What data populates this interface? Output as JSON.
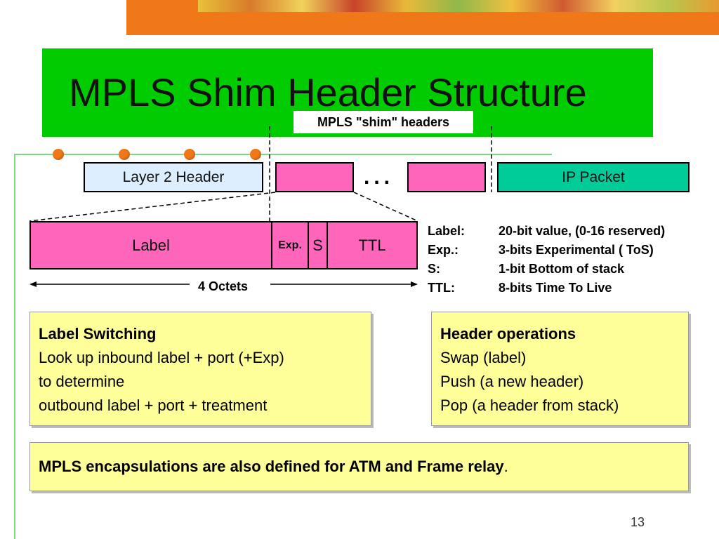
{
  "slide": {
    "title": "MPLS Shim Header Structure",
    "shim_label": "MPLS \"shim\" headers",
    "page_number": "13"
  },
  "packet": {
    "layer2": "Layer 2 Header",
    "ellipsis": "...",
    "ip": "IP Packet"
  },
  "header_fields": {
    "label": "Label",
    "exp": "Exp.",
    "s": "S",
    "ttl": "TTL",
    "size": "4 Octets"
  },
  "legend": [
    {
      "key": "Label:",
      "desc": "20-bit value, (0-16 reserved)"
    },
    {
      "key": "Exp.:",
      "desc": "3-bits Experimental ( ToS)"
    },
    {
      "key": "S:",
      "desc": "1-bit Bottom of stack"
    },
    {
      "key": "TTL:",
      "desc": "8-bits Time To Live"
    }
  ],
  "label_switching": {
    "title": "Label Switching",
    "line1": "Look up inbound label + port (+Exp)",
    "line2": "to determine",
    "line3": "outbound label + port + treatment"
  },
  "header_operations": {
    "title": "Header operations",
    "line1": "Swap (label)",
    "line2": "Push (a new header)",
    "line3": "Pop (a header from stack)"
  },
  "atm_note": {
    "text": "MPLS encapsulations are also defined for ATM and Frame relay",
    "end": "."
  },
  "colors": {
    "title_bg": "#00cc00",
    "accent_orange": "#f07818",
    "pink": "#ff66bb",
    "ip_green": "#00cc99",
    "note_yellow": "#ffff99"
  }
}
